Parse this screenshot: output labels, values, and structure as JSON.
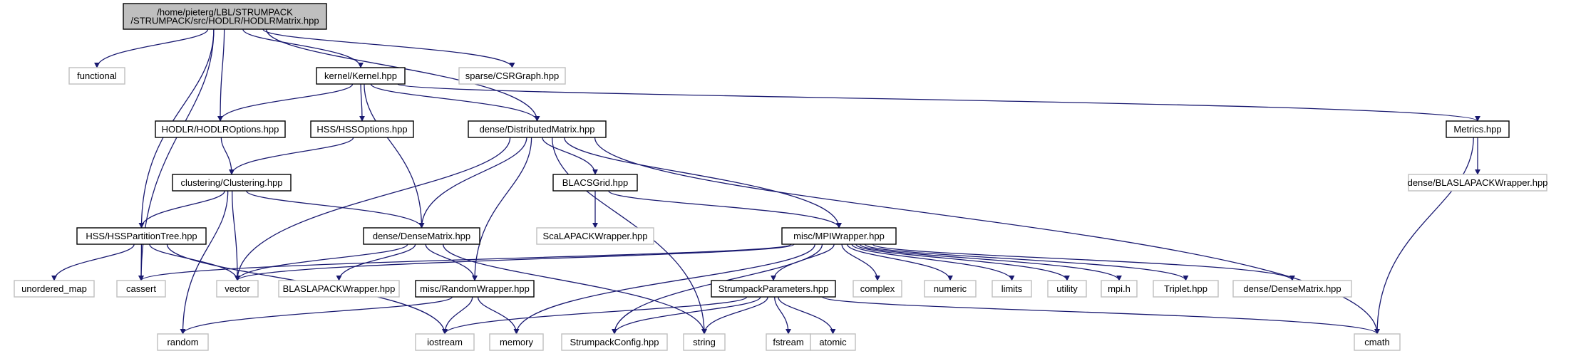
{
  "colors": {
    "edge": "#191970",
    "root_fill": "#bfbfbf",
    "node_fill": "#ffffff",
    "node_border": "#000000",
    "ext_border": "#bfbfbf",
    "text": "#000000"
  },
  "nodes": [
    {
      "id": "root",
      "lines": [
        "/home/pieterg/LBL/STRUMPACK",
        "/STRUMPACK/src/HODLR/HODLRMatrix.hpp"
      ],
      "kind": "root"
    },
    {
      "id": "functional",
      "lines": [
        "functional"
      ],
      "kind": "external"
    },
    {
      "id": "kernel",
      "lines": [
        "kernel/Kernel.hpp"
      ],
      "kind": "internal"
    },
    {
      "id": "csrgraph",
      "lines": [
        "sparse/CSRGraph.hpp"
      ],
      "kind": "external"
    },
    {
      "id": "hodlropts",
      "lines": [
        "HODLR/HODLROptions.hpp"
      ],
      "kind": "internal"
    },
    {
      "id": "hssopts",
      "lines": [
        "HSS/HSSOptions.hpp"
      ],
      "kind": "internal"
    },
    {
      "id": "distmat",
      "lines": [
        "dense/DistributedMatrix.hpp"
      ],
      "kind": "internal"
    },
    {
      "id": "metrics",
      "lines": [
        "Metrics.hpp"
      ],
      "kind": "internal"
    },
    {
      "id": "clustering",
      "lines": [
        "clustering/Clustering.hpp"
      ],
      "kind": "internal"
    },
    {
      "id": "blacsgrid",
      "lines": [
        "BLACSGrid.hpp"
      ],
      "kind": "internal"
    },
    {
      "id": "blaslapack1",
      "lines": [
        "dense/BLASLAPACKWrapper.hpp"
      ],
      "kind": "external"
    },
    {
      "id": "hsspt",
      "lines": [
        "HSS/HSSPartitionTree.hpp"
      ],
      "kind": "internal"
    },
    {
      "id": "densemat",
      "lines": [
        "dense/DenseMatrix.hpp"
      ],
      "kind": "internal"
    },
    {
      "id": "scalapack",
      "lines": [
        "ScaLAPACKWrapper.hpp"
      ],
      "kind": "external"
    },
    {
      "id": "mpiwrapper",
      "lines": [
        "misc/MPIWrapper.hpp"
      ],
      "kind": "internal"
    },
    {
      "id": "unordered_map",
      "lines": [
        "unordered_map"
      ],
      "kind": "external"
    },
    {
      "id": "cassert",
      "lines": [
        "cassert"
      ],
      "kind": "external"
    },
    {
      "id": "vector",
      "lines": [
        "vector"
      ],
      "kind": "external"
    },
    {
      "id": "blaslapack2",
      "lines": [
        "BLASLAPACKWrapper.hpp"
      ],
      "kind": "external"
    },
    {
      "id": "randomwrapper",
      "lines": [
        "misc/RandomWrapper.hpp"
      ],
      "kind": "internal"
    },
    {
      "id": "strumparams",
      "lines": [
        "StrumpackParameters.hpp"
      ],
      "kind": "internal"
    },
    {
      "id": "complex",
      "lines": [
        "complex"
      ],
      "kind": "external"
    },
    {
      "id": "numeric",
      "lines": [
        "numeric"
      ],
      "kind": "external"
    },
    {
      "id": "limits",
      "lines": [
        "limits"
      ],
      "kind": "external"
    },
    {
      "id": "utility",
      "lines": [
        "utility"
      ],
      "kind": "external"
    },
    {
      "id": "mpih",
      "lines": [
        "mpi.h"
      ],
      "kind": "external"
    },
    {
      "id": "triplet",
      "lines": [
        "Triplet.hpp"
      ],
      "kind": "external"
    },
    {
      "id": "densemat2",
      "lines": [
        "dense/DenseMatrix.hpp"
      ],
      "kind": "external"
    },
    {
      "id": "random",
      "lines": [
        "random"
      ],
      "kind": "external"
    },
    {
      "id": "iostream",
      "lines": [
        "iostream"
      ],
      "kind": "external"
    },
    {
      "id": "memory",
      "lines": [
        "memory"
      ],
      "kind": "external"
    },
    {
      "id": "strumconfig",
      "lines": [
        "StrumpackConfig.hpp"
      ],
      "kind": "external"
    },
    {
      "id": "string",
      "lines": [
        "string"
      ],
      "kind": "external"
    },
    {
      "id": "fstream",
      "lines": [
        "fstream"
      ],
      "kind": "external"
    },
    {
      "id": "atomic",
      "lines": [
        "atomic"
      ],
      "kind": "external"
    },
    {
      "id": "cmath",
      "lines": [
        "cmath"
      ],
      "kind": "external"
    }
  ],
  "edges": [
    {
      "from": "root",
      "to": "functional"
    },
    {
      "from": "root",
      "to": "kernel"
    },
    {
      "from": "root",
      "to": "csrgraph"
    },
    {
      "from": "root",
      "to": "hodlropts"
    },
    {
      "from": "root",
      "to": "distmat"
    },
    {
      "from": "root",
      "to": "hsspt"
    },
    {
      "from": "root",
      "to": "cassert"
    },
    {
      "from": "kernel",
      "to": "hodlropts"
    },
    {
      "from": "kernel",
      "to": "hssopts"
    },
    {
      "from": "kernel",
      "to": "distmat"
    },
    {
      "from": "kernel",
      "to": "metrics"
    },
    {
      "from": "kernel",
      "to": "densemat"
    },
    {
      "from": "hodlropts",
      "to": "clustering"
    },
    {
      "from": "hssopts",
      "to": "clustering"
    },
    {
      "from": "metrics",
      "to": "blaslapack1"
    },
    {
      "from": "metrics",
      "to": "cmath"
    },
    {
      "from": "distmat",
      "to": "blacsgrid"
    },
    {
      "from": "distmat",
      "to": "mpiwrapper"
    },
    {
      "from": "distmat",
      "to": "densemat"
    },
    {
      "from": "distmat",
      "to": "randomwrapper"
    },
    {
      "from": "distmat",
      "to": "vector"
    },
    {
      "from": "distmat",
      "to": "string"
    },
    {
      "from": "distmat",
      "to": "cmath"
    },
    {
      "from": "clustering",
      "to": "hsspt"
    },
    {
      "from": "clustering",
      "to": "densemat"
    },
    {
      "from": "clustering",
      "to": "vector"
    },
    {
      "from": "clustering",
      "to": "random"
    },
    {
      "from": "blacsgrid",
      "to": "scalapack"
    },
    {
      "from": "blacsgrid",
      "to": "mpiwrapper"
    },
    {
      "from": "hsspt",
      "to": "unordered_map"
    },
    {
      "from": "hsspt",
      "to": "cassert"
    },
    {
      "from": "hsspt",
      "to": "vector"
    },
    {
      "from": "hsspt",
      "to": "iostream"
    },
    {
      "from": "densemat",
      "to": "vector"
    },
    {
      "from": "densemat",
      "to": "blaslapack2"
    },
    {
      "from": "densemat",
      "to": "randomwrapper"
    },
    {
      "from": "densemat",
      "to": "string"
    },
    {
      "from": "mpiwrapper",
      "to": "cassert"
    },
    {
      "from": "mpiwrapper",
      "to": "vector"
    },
    {
      "from": "mpiwrapper",
      "to": "strumparams"
    },
    {
      "from": "mpiwrapper",
      "to": "complex"
    },
    {
      "from": "mpiwrapper",
      "to": "numeric"
    },
    {
      "from": "mpiwrapper",
      "to": "limits"
    },
    {
      "from": "mpiwrapper",
      "to": "utility"
    },
    {
      "from": "mpiwrapper",
      "to": "mpih"
    },
    {
      "from": "mpiwrapper",
      "to": "triplet"
    },
    {
      "from": "mpiwrapper",
      "to": "densemat2"
    },
    {
      "from": "mpiwrapper",
      "to": "memory"
    },
    {
      "from": "mpiwrapper",
      "to": "strumconfig"
    },
    {
      "from": "randomwrapper",
      "to": "random"
    },
    {
      "from": "randomwrapper",
      "to": "iostream"
    },
    {
      "from": "randomwrapper",
      "to": "memory"
    },
    {
      "from": "strumparams",
      "to": "iostream"
    },
    {
      "from": "strumparams",
      "to": "strumconfig"
    },
    {
      "from": "strumparams",
      "to": "string"
    },
    {
      "from": "strumparams",
      "to": "fstream"
    },
    {
      "from": "strumparams",
      "to": "atomic"
    },
    {
      "from": "strumparams",
      "to": "cmath"
    }
  ]
}
